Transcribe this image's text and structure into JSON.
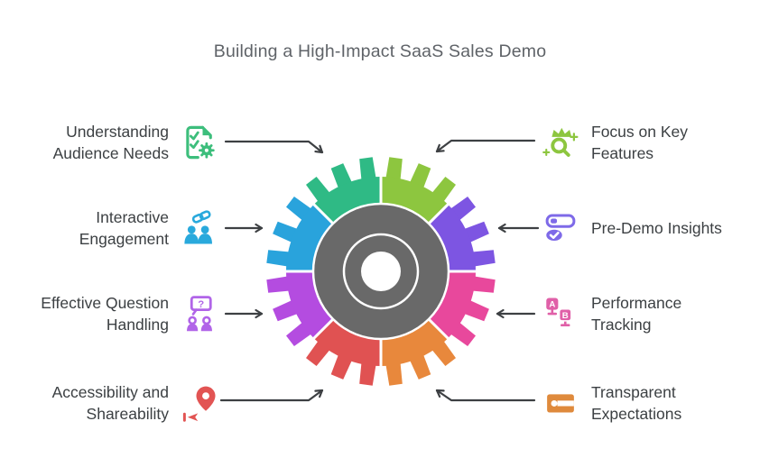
{
  "title": "Building a High-Impact SaaS Sales Demo",
  "items": {
    "left": [
      {
        "label": "Understanding Audience Needs",
        "icon": "document-checklist-gear-icon",
        "color": "#3dbe7c"
      },
      {
        "label": "Interactive Engagement",
        "icon": "linked-people-icon",
        "color": "#29a9dc"
      },
      {
        "label": "Effective Question Handling",
        "icon": "question-bubble-people-icon",
        "color": "#b165e8"
      },
      {
        "label": "Accessibility and Shareability",
        "icon": "location-pin-route-icon",
        "color": "#e25453"
      }
    ],
    "right": [
      {
        "label": "Focus on Key Features",
        "icon": "crown-magnifier-icon",
        "color": "#8dc63f"
      },
      {
        "label": "Pre-Demo Insights",
        "icon": "toggle-check-icon",
        "color": "#7e6ae8"
      },
      {
        "label": "Performance Tracking",
        "icon": "ab-testing-monitors-icon",
        "color": "#e060a8"
      },
      {
        "label": "Transparent Expectations",
        "icon": "tag-slot-icon",
        "color": "#df8a3c"
      }
    ]
  },
  "gear": {
    "center_color": "#696969",
    "segment_colors_clockwise_from_top": [
      "#8dc63f",
      "#7d55e2",
      "#e8489c",
      "#e8883c",
      "#e05252",
      "#b44ce0",
      "#29a3dc",
      "#2fba85"
    ]
  },
  "arrow_color": "#3d4043",
  "text_color": "#3c4043",
  "title_color": "#5f6368"
}
